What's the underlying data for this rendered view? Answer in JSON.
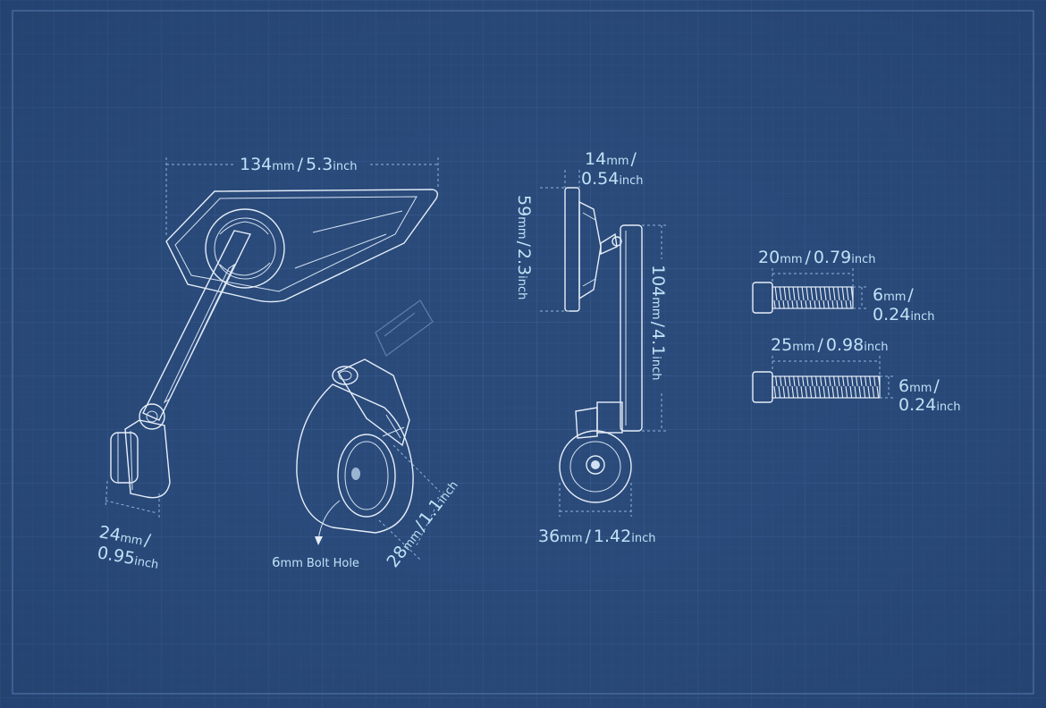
{
  "background": {
    "base": "#2a4a7a",
    "grid": "#3a5d8e",
    "line": "#e6eef8",
    "text": "#bfe2f6"
  },
  "dimensions": {
    "mirror_width": {
      "num": "134",
      "unit": "mm",
      "sep": "/",
      "num2": "5.3",
      "unit2": "inch"
    },
    "mount_width": {
      "num": "24",
      "unit": "mm",
      "sep": "/",
      "num2": "0.95",
      "unit2": "inch"
    },
    "clamp_diameter": {
      "num": "28",
      "unit": "mm",
      "sep": "/",
      "num2": "1.1",
      "unit2": "inch"
    },
    "bolt_hole": {
      "num": "6",
      "unit": "mm",
      "rest": "Bolt Hole"
    },
    "head_thickness": {
      "num": "14",
      "unit": "mm",
      "sep": "/",
      "num2": "0.54",
      "unit2": "inch"
    },
    "head_height": {
      "num": "59",
      "unit": "mm",
      "sep": "/",
      "num2": "2.3",
      "unit2": "inch"
    },
    "arm_length": {
      "num": "104",
      "unit": "mm",
      "sep": "/",
      "num2": "4.1",
      "unit2": "inch"
    },
    "clamp_width": {
      "num": "36",
      "unit": "mm",
      "sep": "/",
      "num2": "1.42",
      "unit2": "inch"
    },
    "bolt1_length": {
      "num": "20",
      "unit": "mm",
      "sep": "/",
      "num2": "0.79",
      "unit2": "inch"
    },
    "bolt1_diameter": {
      "num": "6",
      "unit": "mm",
      "sep": "/",
      "num2": "0.24",
      "unit2": "inch"
    },
    "bolt2_length": {
      "num": "25",
      "unit": "mm",
      "sep": "/",
      "num2": "0.98",
      "unit2": "inch"
    },
    "bolt2_diameter": {
      "num": "6",
      "unit": "mm",
      "sep": "/",
      "num2": "0.24",
      "unit2": "inch"
    }
  }
}
